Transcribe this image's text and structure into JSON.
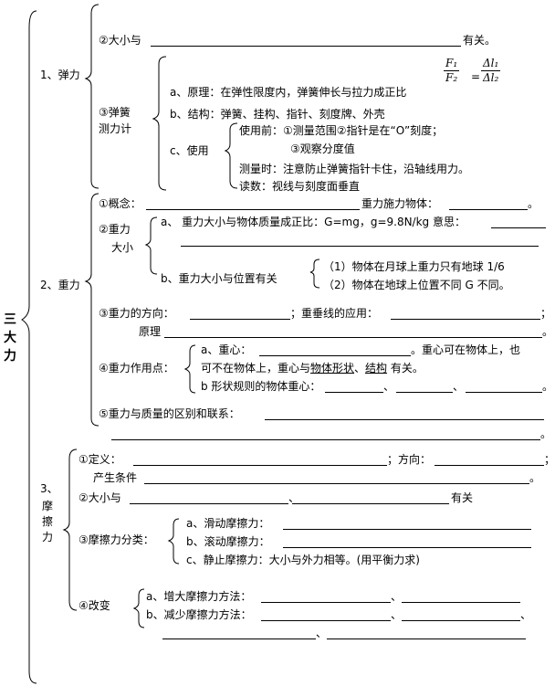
{
  "title": "三大力",
  "elastic": {
    "heading": "1、弹力",
    "size": {
      "label": "②大小与",
      "suffix": "有关。"
    },
    "spring": {
      "label_line1": "③弹簧",
      "label_line2": "测力计",
      "principle": "a、原理：在弹性限度内，弹簧伸长与拉力成正比",
      "frac1_num": "F₁",
      "frac1_den": "F₂",
      "equals": "=",
      "frac2_num": "Δl₁",
      "frac2_den": "Δl₂",
      "structure": "b、结构：弹簧、挂构、指针、刻度牌、外壳",
      "use_label": "c、使用",
      "before_use_1": "使用前：①测量范围②指针是在“O”刻度；",
      "before_use_2": "③观察分度值",
      "measuring": "测量时：注意防止弹簧指针卡住，沿轴线用力。",
      "reading": "读数：视线与刻度面垂直"
    }
  },
  "gravity": {
    "heading": "2、重力",
    "concept": {
      "prefix": "①概念：",
      "middle": "重力施力物体：",
      "end": "。"
    },
    "size": {
      "label_line1": "②重力",
      "label_line2": "大小",
      "a_text": "a、  重力大小与物体质量成正比：G=mg，g=9.8N/kg 意思：",
      "b_prefix": "b、重力大小与位置",
      "b_underlined": "有关",
      "item1": "（1）物体在月球上重力只有地球 1/6",
      "item2": "（2）物体在地球上位置不同 G 不同。"
    },
    "direction": {
      "prefix": "③重力的方向：",
      "middle": "；重垂线的应用：",
      "end": "；",
      "principle": "原理",
      "principle_end": "。"
    },
    "point": {
      "label": "④重力作用点：",
      "a_prefix": "a、重心：",
      "a_suffix": "。重心可在物体上，也",
      "a_line2_1": "可不在物体上，重心与",
      "a_line2_u1": "物体形状",
      "a_line2_2": "、",
      "a_line2_u2": "结构",
      "a_line2_3": " 有关。",
      "b_prefix": "b 形状规则的物体重心：",
      "sep": "、",
      "end": "。"
    },
    "difference": {
      "label": "⑤重力与质量的区别和联系：",
      "end": "。"
    }
  },
  "friction": {
    "heading_1": "3、",
    "heading_2": "摩擦力",
    "definition": {
      "prefix": "①定义：",
      "middle": "；方向：",
      "end": "；",
      "condition": "产生条件",
      "condition_end": "。"
    },
    "size": {
      "prefix": "②大小与",
      "sep": "、",
      "suffix": "有关"
    },
    "types": {
      "label": "③摩擦力分类：",
      "a": "a、滑动摩擦力：",
      "b": "b、滚动摩擦力：",
      "c": "c、静止摩擦力：大小与外力相等。(用平衡力求)"
    },
    "change": {
      "label": "④改变",
      "a": "a、增大摩擦力方法：",
      "b": "b、减少摩擦力方法：",
      "sep": "、"
    }
  }
}
